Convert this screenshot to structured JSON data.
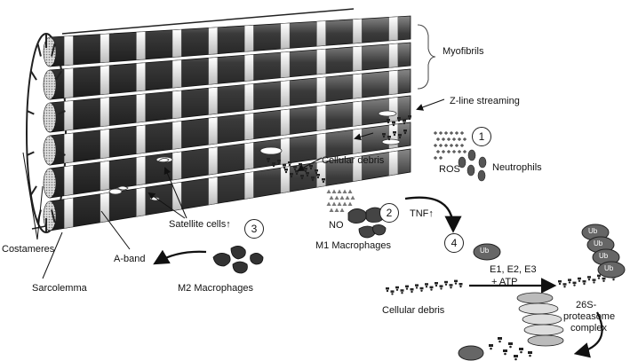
{
  "labels": {
    "myofibrils": "Myofibrils",
    "z_line_streaming": "Z-line streaming",
    "cellular_debris_top": "Cellular debris",
    "ros": "ROS",
    "neutrophils": "Neutrophils",
    "tnf": "TNF",
    "no": "NO",
    "m1_macrophages": "M1 Macrophages",
    "satellite_cells": "Satellite cells",
    "m2_macrophages": "M2 Macrophages",
    "costameres": "Costameres",
    "a_band": "A-band",
    "sarcolemma": "Sarcolemma",
    "e_enzymes": "E1, E2, E3",
    "atp": "+ ATP",
    "cellular_debris_bottom": "Cellular debris",
    "proteasome_line1": "26S-",
    "proteasome_line2": "proteasome",
    "proteasome_line3": "complex",
    "ub": "Ub"
  },
  "steps": [
    "1",
    "2",
    "3",
    "4"
  ],
  "arrow_up": "↑"
}
